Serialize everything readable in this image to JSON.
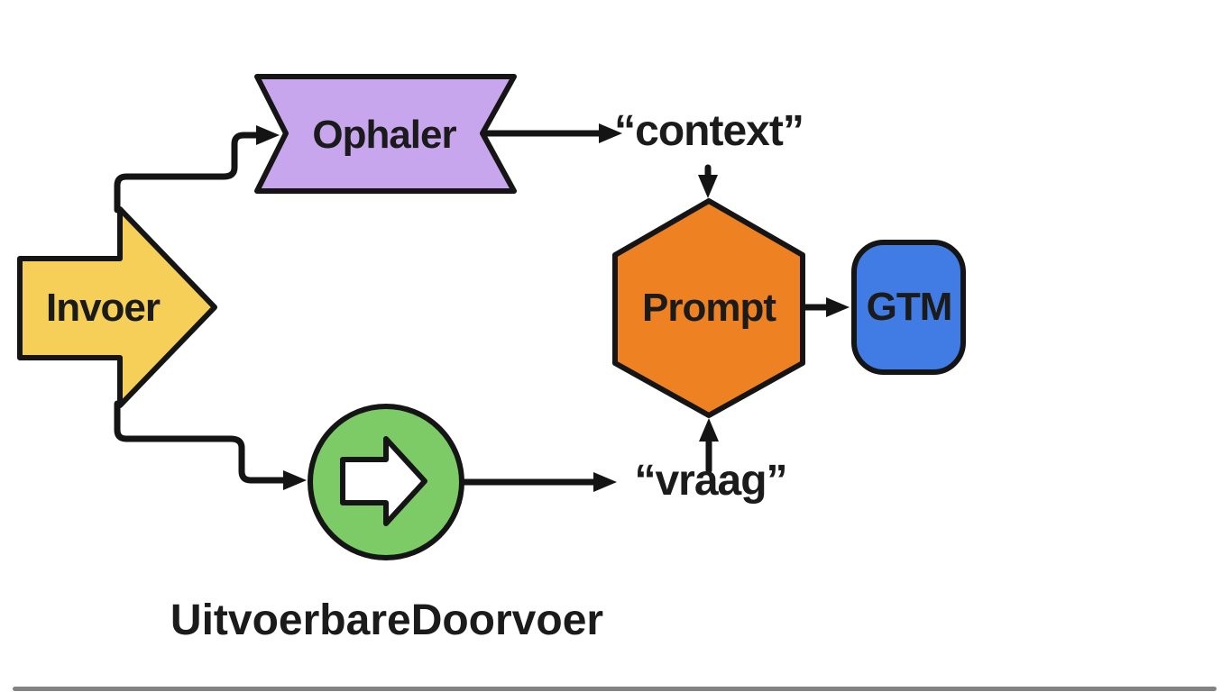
{
  "colors": {
    "background": "#FFFFFF",
    "line": "#141414",
    "text": "#1B1B1B",
    "invoer_fill": "#F6CF59",
    "ophaler_fill": "#C8A6EE",
    "prompt_fill": "#EE8122",
    "gtm_fill": "#417CE4",
    "runnable_fill": "#7CCB66",
    "runnable_arrow_fill": "#FFFFFF"
  },
  "nodes": {
    "invoer": {
      "label": "Invoer"
    },
    "ophaler": {
      "label": "Ophaler"
    },
    "context": {
      "label": "“context”"
    },
    "prompt": {
      "label": "Prompt"
    },
    "gtm": {
      "label": "GTM"
    },
    "vraag": {
      "label": "“vraag”"
    },
    "caption": {
      "label": "UitvoerbareDoorvoer"
    }
  },
  "icons": {
    "runnable_arrow": "right-arrow"
  }
}
